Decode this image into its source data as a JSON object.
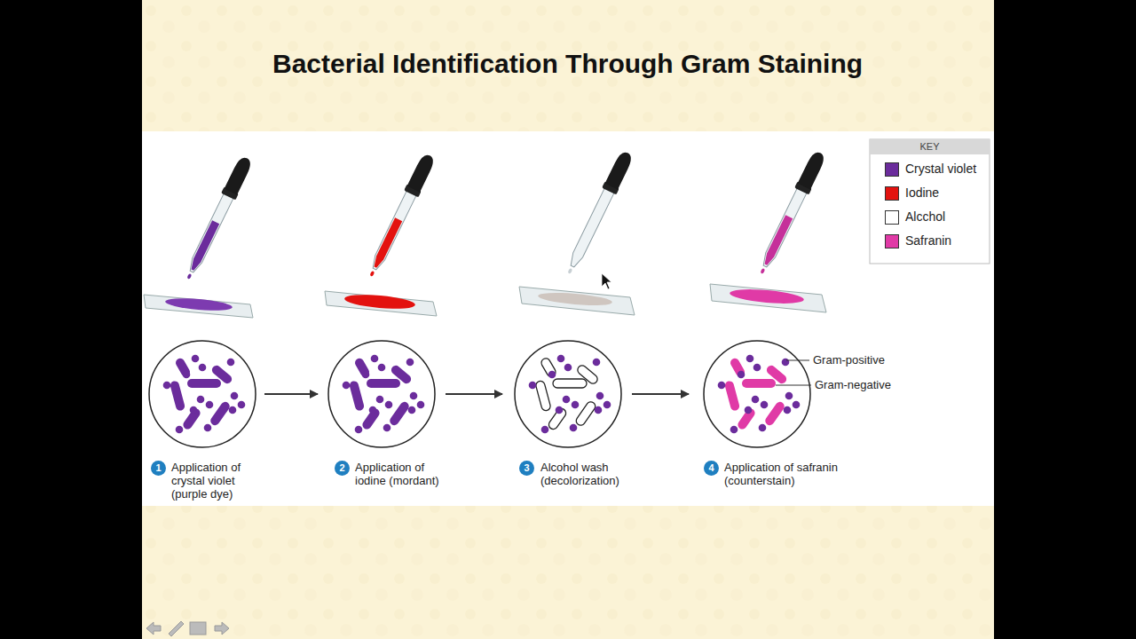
{
  "diagram": {
    "title": "Bacterial Identification Through Gram Staining",
    "labels": [
      "1",
      "Application of crystal violet (purple dye)",
      "2",
      "Application of iodine (mordant)",
      "3",
      "Alcohol wash (decolorization)",
      "4",
      "Application of safranin (counterstain)",
      "Gram-positive",
      "Gram-negative",
      "KEY"
    ],
    "legend": [
      {
        "text": "Crystal violet",
        "color": "#6b2c9c"
      },
      {
        "text": "Iodine",
        "color": "#e3120f"
      },
      {
        "text": "Alcchol",
        "color": "#ffffff"
      },
      {
        "text": "Safranin",
        "color": "#e03aa6"
      }
    ]
  }
}
